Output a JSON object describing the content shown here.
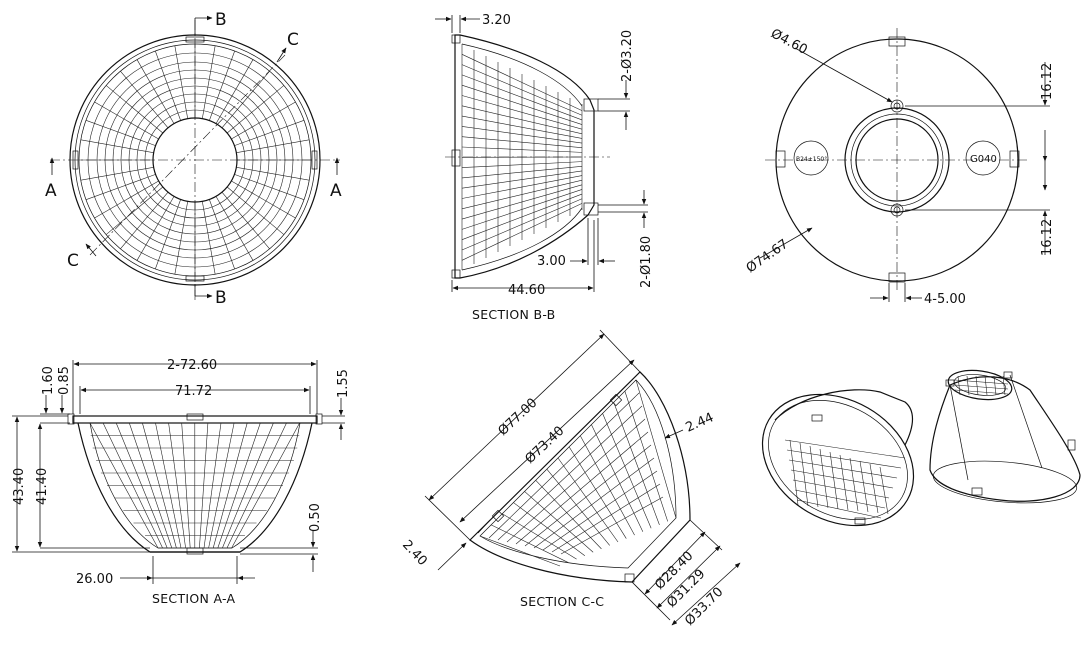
{
  "front_view": {
    "section_b": "B",
    "section_a": "A",
    "section_c": "C"
  },
  "section_bb": {
    "caption": "SECTION B-B",
    "dims": {
      "lip_width": "3.20",
      "hole_top": "2-Ø3.20",
      "step": "3.00",
      "hole_bottom": "2-Ø1.80",
      "height": "44.60"
    }
  },
  "top_view": {
    "dims": {
      "hole_dia": "Ø4.60",
      "offset_top": "16.12",
      "offset_bottom": "16.12",
      "outer_dia": "Ø74.67",
      "tab_width": "4-5.00"
    },
    "markings": {
      "left": "B24±150°",
      "right": "G040"
    }
  },
  "section_aa": {
    "caption": "SECTION A-A",
    "dims": {
      "overall_width": "2-72.60",
      "inner_width": "71.72",
      "lip_1": "1.60",
      "lip_2": "0.85",
      "flange": "1.55",
      "height_total": "43.40",
      "height_inner": "41.40",
      "base": "0.50",
      "bottom_width": "26.00"
    }
  },
  "section_cc": {
    "caption": "SECTION C-C",
    "dims": {
      "outer_dia": "Ø77.00",
      "inner_dia": "Ø73.40",
      "wall": "2.44",
      "rim": "2.40",
      "base_inner": "Ø28.40",
      "base_mid": "Ø31.29",
      "base_outer": "Ø33.70"
    }
  }
}
